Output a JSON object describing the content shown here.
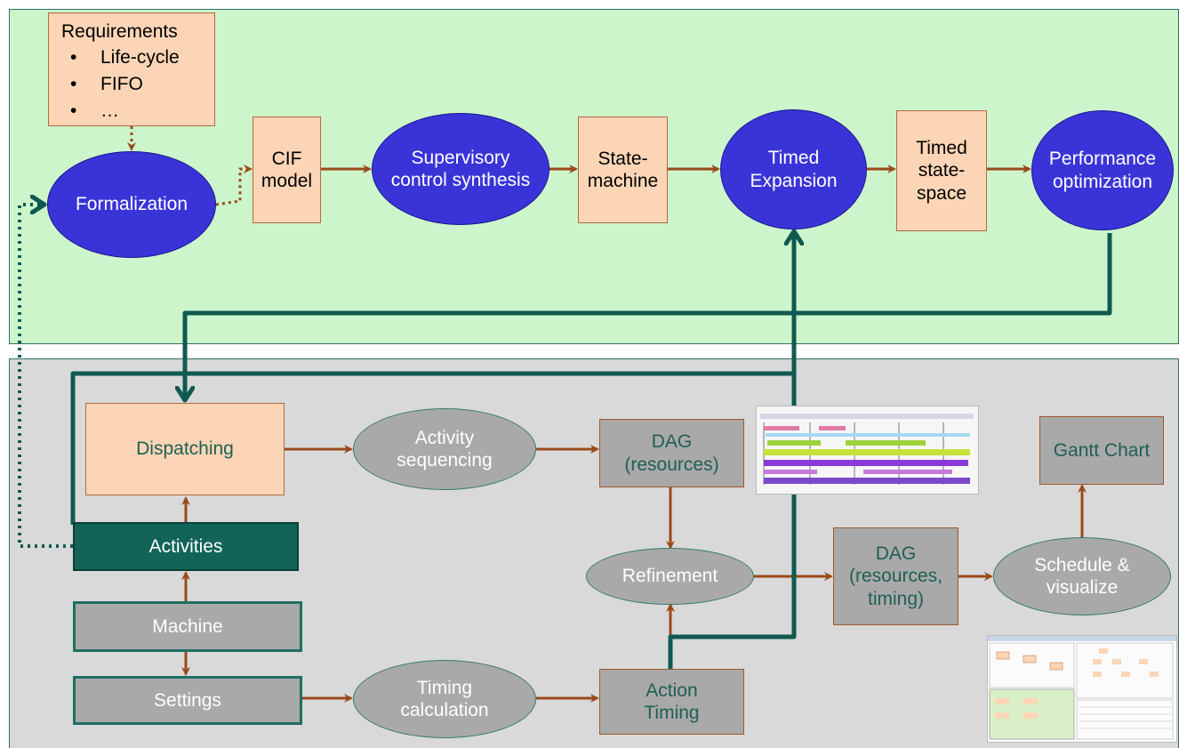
{
  "nodes": {
    "requirements": {
      "title": "Requirements",
      "items": [
        "Life-cycle",
        "FIFO",
        "…"
      ]
    },
    "formalization": "Formalization",
    "cif_model": "CIF\nmodel",
    "supervisory": "Supervisory\ncontrol synthesis",
    "state_machine": "State-\nmachine",
    "timed_expansion": "Timed\nExpansion",
    "timed_state_space": "Timed\nstate-\nspace",
    "performance": "Performance\noptimization",
    "dispatching": "Dispatching",
    "activity_sequencing": "Activity\nsequencing",
    "dag_resources": "DAG\n(resources)",
    "gantt_chart": "Gantt Chart",
    "activities": "Activities",
    "refinement": "Refinement",
    "dag_resources_timing": "DAG\n(resources,\ntiming)",
    "schedule_visualize": "Schedule &\nvisualize",
    "machine": "Machine",
    "settings": "Settings",
    "timing_calculation": "Timing\ncalculation",
    "action_timing": "Action\nTiming"
  },
  "colors": {
    "top_panel": "#ccf5cc",
    "bottom_panel": "#d9d9d9",
    "orange_box": "#fbd5b5",
    "blue_ellipse": "#3a34d8",
    "gray_box": "#a9a9a9",
    "teal_box": "#126459",
    "arrow_brown": "#9a4a1a",
    "arrow_teal": "#0f5a50"
  }
}
